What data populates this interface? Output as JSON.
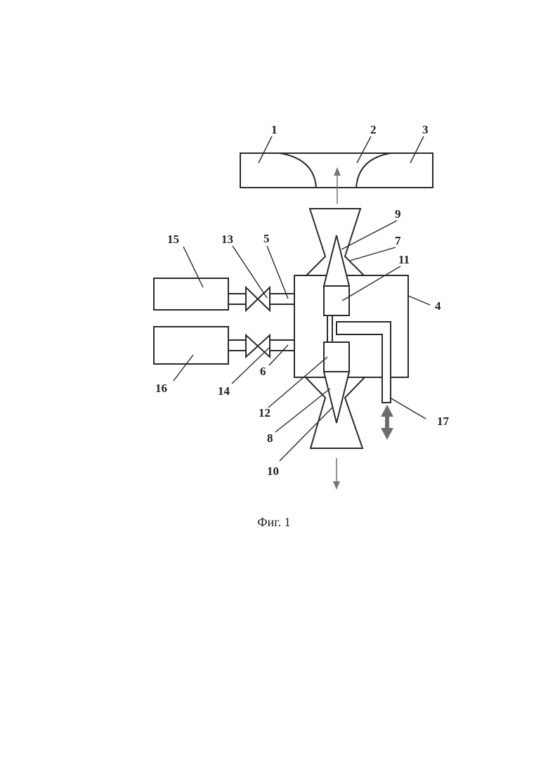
{
  "figure": {
    "caption": "Фиг. 1",
    "labels": {
      "l1": "1",
      "l2": "2",
      "l3": "3",
      "l4": "4",
      "l5": "5",
      "l6": "6",
      "l7": "7",
      "l8": "8",
      "l9": "9",
      "l10": "10",
      "l11": "11",
      "l12": "12",
      "l13": "13",
      "l14": "14",
      "l15": "15",
      "l16": "16",
      "l17": "17"
    }
  }
}
